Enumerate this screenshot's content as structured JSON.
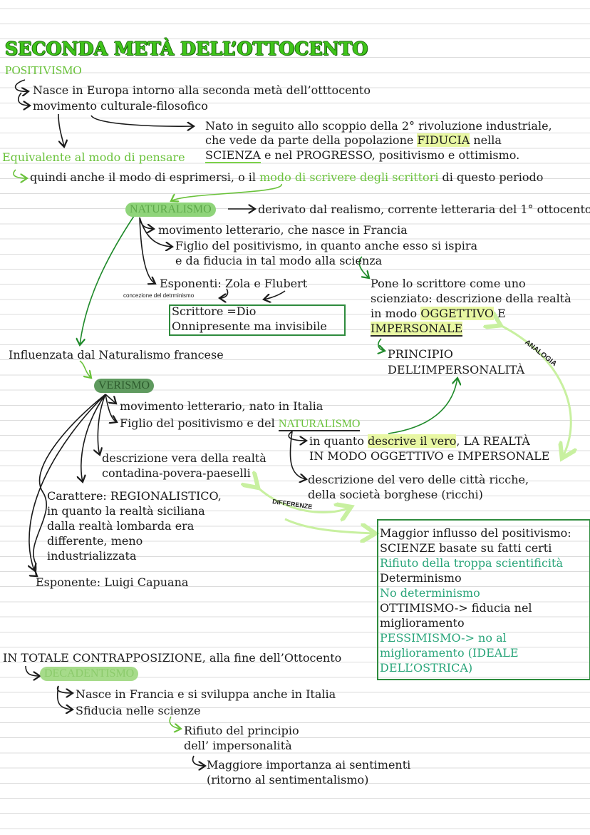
{
  "title": "SECONDA METÀ DELL’OTTOCENTO",
  "positivismo": {
    "label": "POSITIVISMO",
    "l1": "Nasce in Europa intorno alla seconda metà dell’otttocento",
    "l2": "movimento culturale-filosofico",
    "r1": "Nato in seguito allo scoppio della 2° rivoluzione industriale,",
    "r2a": "che vede da parte della popolazione ",
    "r2b": "FIDUCIA",
    "r2c": " nella",
    "r3a": "SCIENZA",
    "r3b": " e nel PROGRESSO, positivismo e ottimismo.",
    "equiv": "Equivalente al modo di pensare",
    "quindi_a": "quindi anche il modo di esprimersi, o il ",
    "quindi_b": "modo di scrivere degli scrittori",
    "quindi_c": " di questo periodo"
  },
  "naturalismo": {
    "label": "NATURALISMO",
    "derivato": "derivato dal realismo, corrente letteraria del 1° ottocento",
    "mov": "movimento letterario, che nasce in Francia",
    "figlio1": "Figlio del positivismo, in quanto anche esso si ispira",
    "figlio2": "e da fiducia in tal modo alla scienza",
    "esponenti": "Esponenti: Zola e Flubert",
    "concezione": "concezione del detrminismo",
    "scrittore1": "Scrittore =Dio",
    "scrittore2": "Onnipresente ma invisibile",
    "pone1": "Pone lo scrittore come uno",
    "pone2": "scienziato: descrizione della realtà",
    "pone3a": "in modo ",
    "pone3b": "OGGETTIVO",
    "pone3c": " E",
    "pone4": "IMPERSONALE",
    "principio1": "PRINCIPIO",
    "principio2": "DELL’IMPERSONALITÀ",
    "analogia": "ANALOGIA"
  },
  "verismo": {
    "influenzata": "Influenzata dal Naturalismo francese",
    "label": "VERISMO",
    "mov": "movimento letterario, nato in Italia",
    "figlio_a": "Figlio del positivismo e del ",
    "figlio_b": "NATURALISMO",
    "descr1": "descrizione vera della realtà",
    "descr2": "contadina-povera-paeselli",
    "quanto1a": "in quanto ",
    "quanto1b": "descrive il vero",
    "quanto1c": ", LA REALTÀ",
    "quanto2": "IN MODO OGGETTIVO e IMPERSONALE",
    "citta1": "descrizione del vero delle città ricche,",
    "citta2": "della società borghese (ricchi)",
    "carattere1": "Carattere: REGIONALISTICO,",
    "carattere2": "in quanto la realtà siciliana",
    "carattere3": "dalla realtà lombarda era",
    "carattere4": "differente, meno",
    "carattere5": "industrializzata",
    "esponente": "Esponente: Luigi Capuana",
    "differenze": "DIFFERENZE"
  },
  "confronto": [
    {
      "text": "Maggior influsso del positivismo:",
      "color": "#1a1a1a"
    },
    {
      "text": "SCIENZE basate su fatti certi",
      "color": "#1a1a1a"
    },
    {
      "text": "Rifiuto della troppa scientificità",
      "color": "#2aa57a"
    },
    {
      "text": "Determinismo",
      "color": "#1a1a1a"
    },
    {
      "text": "No determinismo",
      "color": "#2aa57a"
    },
    {
      "text": "OTTIMISMO-> fiducia nel",
      "color": "#1a1a1a"
    },
    {
      "text": "miglioramento",
      "color": "#1a1a1a"
    },
    {
      "text": "PESSIMISMO-> no al",
      "color": "#2aa57a"
    },
    {
      "text": "miglioramento (IDEALE",
      "color": "#2aa57a"
    },
    {
      "text": "DELL’OSTRICA)",
      "color": "#2aa57a"
    }
  ],
  "decadentismo": {
    "intro": "IN TOTALE CONTRAPPOSIZIONE, alla fine dell’Ottocento",
    "label": "DECADENTISMO",
    "l1": "Nasce in Francia e si sviluppa anche in Italia",
    "l2": "Sfiducia nelle scienze",
    "l3": "Rifiuto del principio",
    "l4": "dell’ impersonalità",
    "l5": "Maggiore importanza ai sentimenti",
    "l6": "(ritorno al sentimentalismo)"
  }
}
